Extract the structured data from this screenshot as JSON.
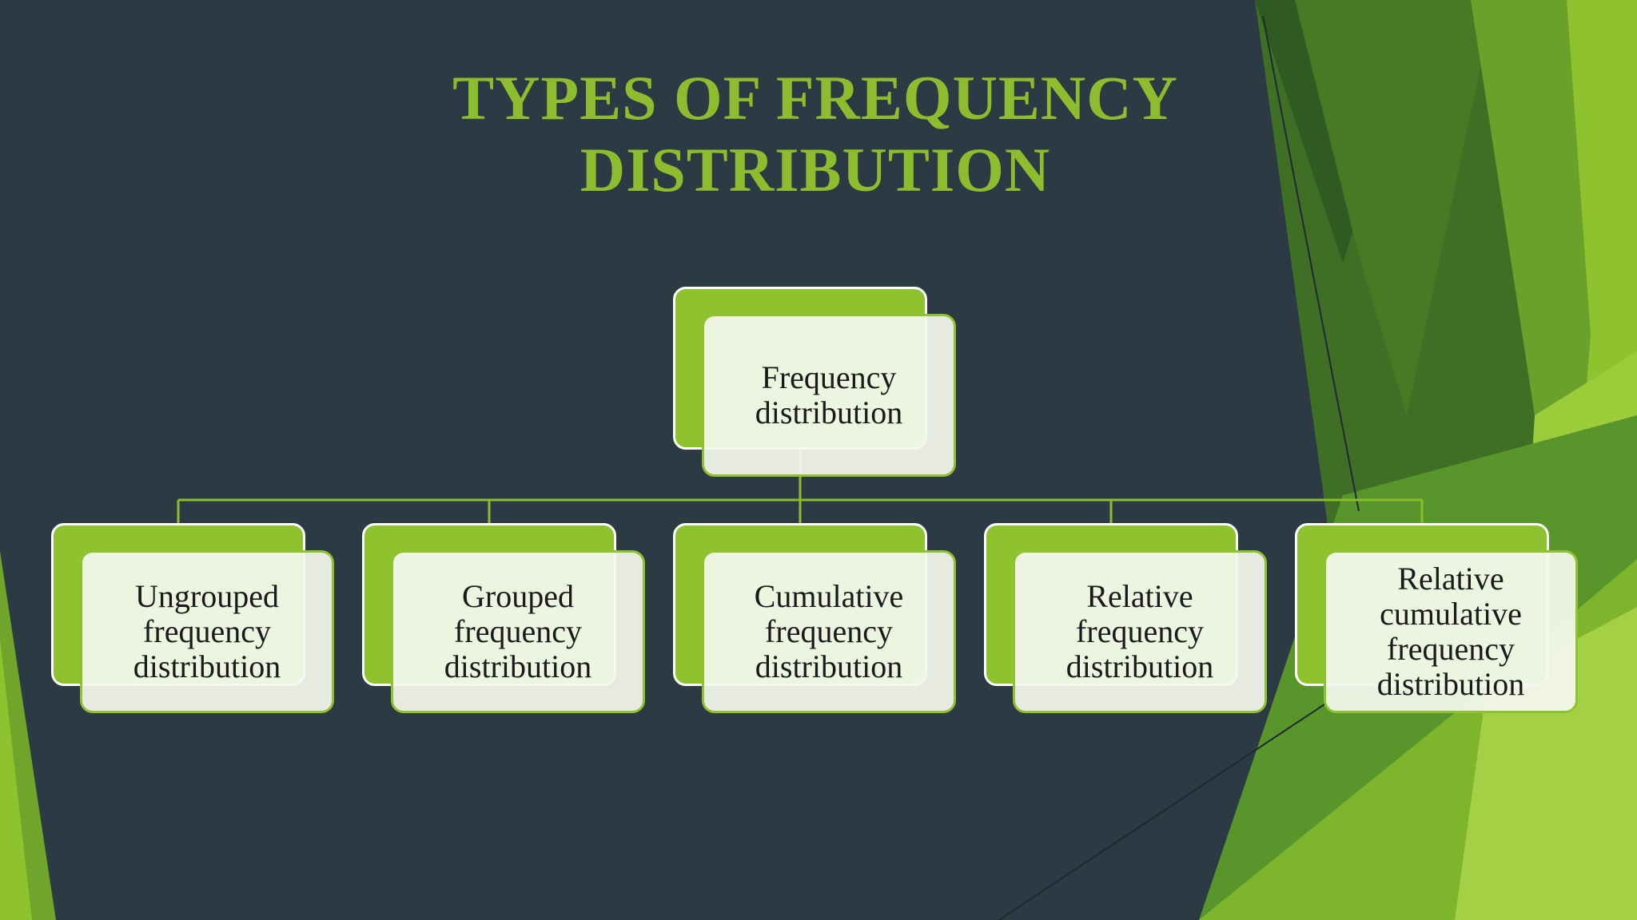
{
  "title": {
    "line1": "TYPES OF FREQUENCY",
    "line2": "DISTRIBUTION"
  },
  "colors": {
    "background": "#2c3a43",
    "accent_green": "#8dbd2e",
    "box_fill": "#f4f7ee"
  },
  "root": {
    "label": "Frequency distribution"
  },
  "children": [
    {
      "label": "Ungrouped frequency distribution"
    },
    {
      "label": "Grouped frequency distribution"
    },
    {
      "label": "Cumulative frequency distribution"
    },
    {
      "label": "Relative frequency distribution"
    },
    {
      "label": "Relative cumulative frequency distribution"
    }
  ]
}
